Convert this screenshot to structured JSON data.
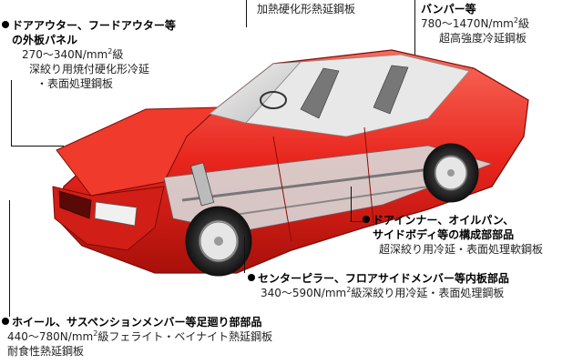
{
  "callouts": {
    "outer_panel": {
      "title": "ドアアウター、フードアウター等の外板パネル",
      "title_line1": "ドアアウター、フードアウター等",
      "title_line2": "の外板パネル",
      "strength": "270～340N/mm",
      "strength_suffix": "級",
      "desc1": "深絞り用焼付硬化形冷延",
      "desc2": "・表面処理鋼板"
    },
    "top_center": {
      "desc": "加熱硬化形熱延鋼板"
    },
    "bumper": {
      "title": "バンパー等",
      "strength": "780～1470N/mm",
      "strength_suffix": "級",
      "desc": "超高強度冷延鋼板"
    },
    "inner": {
      "title_line1": "ドアインナー、オイルパン、",
      "title_line2": "サイドボディ等の構成部部品",
      "desc": "超深絞り用冷延・表面処理軟鋼板"
    },
    "center_pillar": {
      "title": "センターピラー、フロアサイドメンバー等内板部品",
      "strength": "340～590N/mm",
      "strength_suffix": "級深絞り用冷延・表面処理鋼板"
    },
    "wheel": {
      "title": "ホイール、サスペンションメンバー等足廻り部部品",
      "strength": "440～780N/mm",
      "strength_suffix": "級フェライト・ベイナイト熱延鋼板",
      "desc": "耐食性熱延鋼板"
    }
  },
  "superscript": "2",
  "colors": {
    "body_red": "#e8251d",
    "body_dark": "#b0120c",
    "body_light": "#f86a5a",
    "leader": "#111111"
  }
}
